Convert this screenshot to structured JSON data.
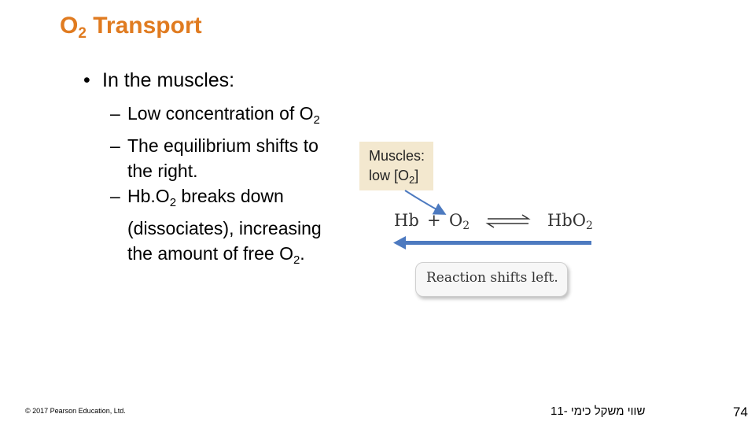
{
  "title": {
    "main": "O",
    "sub": "2",
    "rest": " Transport"
  },
  "bullet": {
    "marker": "•",
    "text": "In the muscles:"
  },
  "subbullets": [
    {
      "dash": "–",
      "text": "Low concentration of O",
      "sub": "2"
    },
    {
      "dash": "–",
      "line1": "The equilibrium shifts to",
      "line2": "the right."
    },
    {
      "dash": "–",
      "a": "Hb.O",
      "sub": "2",
      "b": " breaks down",
      "line2": "(dissociates), increasing",
      "line3a": "the amount of free O",
      "line3sub": "2",
      "line3b": "."
    }
  ],
  "figure": {
    "muscles_label": "Muscles:",
    "low_label": "low [O",
    "low_sub": "2",
    "low_end": "]",
    "hb": "Hb",
    "plus": "+",
    "o2": "O",
    "o2_sub": "2",
    "hbo2": "HbO",
    "hbo2_sub": "2",
    "shift_text": "Reaction shifts left.",
    "box_color": "#f3e8cf",
    "arrow_color": "#4d7ac0"
  },
  "footer": {
    "copyright": "© 2017 Pearson Education, Ltd.",
    "hebrew": "שווי משקל כימי -11",
    "page": "74"
  }
}
